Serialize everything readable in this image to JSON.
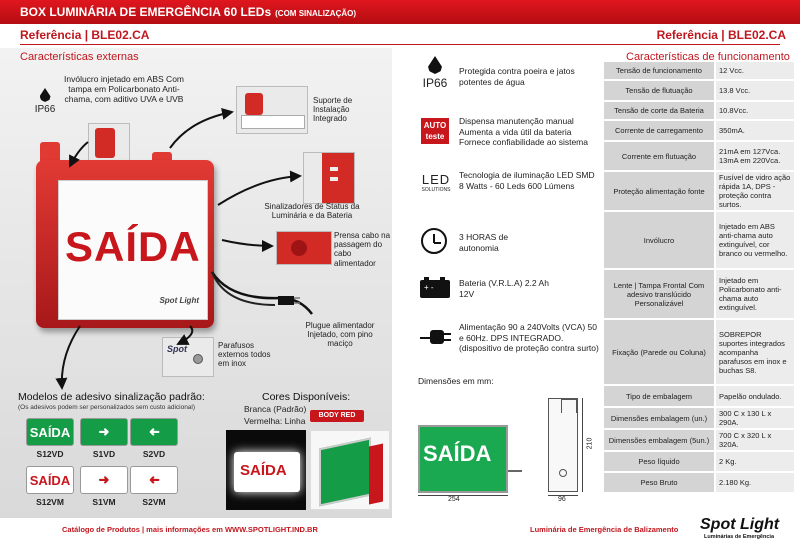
{
  "header": {
    "title": "BOX LUMINÁRIA DE EMERGÊNCIA 60 LEDs",
    "title_suffix": "(COM SINALIZAÇÃO)",
    "reference_left": "Referência  | BLE02.CA",
    "reference_right": "Referência  | BLE02.CA"
  },
  "external": {
    "title": "Características externas",
    "ip_label": "IP66",
    "housing_note": "Invólucro injetado em ABS Com tampa em Policarbonato Anti-chama, com aditivo UVA e UVB",
    "support_note": "Suporte de Instalação Integrado",
    "signalers_note": "Sinalizadores de Status da Luminária e da Bateria",
    "cable_gland_note": "Prensa cabo na passagem do cabo alimentador",
    "plug_note": "Plugue alimentador Injetado, com pino maciço",
    "screws_note": "Parafusos externos todos em inox",
    "product_word": "SAÍDA",
    "product_logo": "Spot Light"
  },
  "signs": {
    "title": "Modelos de adesivo sinalização padrão:",
    "subtitle": "(Os adesivos podem ser personalizados sem custo adicional)",
    "items": [
      {
        "text": "SAÍDA",
        "code": "S12VD",
        "style": "green",
        "kind": "word"
      },
      {
        "text": "➜",
        "code": "S1VD",
        "style": "green",
        "kind": "arrow-right"
      },
      {
        "text": "➜",
        "code": "S2VD",
        "style": "green",
        "kind": "arrow-left"
      },
      {
        "text": "SAÍDA",
        "code": "S12VM",
        "style": "white",
        "kind": "word"
      },
      {
        "text": "➜",
        "code": "S1VM",
        "style": "white",
        "kind": "arrow-right"
      },
      {
        "text": "➜",
        "code": "S2VM",
        "style": "white",
        "kind": "arrow-left"
      }
    ]
  },
  "colors": {
    "title": "Cores Disponíveis:",
    "line1": "Branca (Padrão)",
    "line2": "Vermelha: Linha",
    "badge": "BODY RED",
    "photo_word": "SAÍDA"
  },
  "features": {
    "ip_label": "IP66",
    "protection": "Protegida contra poeira e jatos potentes de água",
    "auto_top": "AUTO",
    "auto_bottom": "teste",
    "auto_text": "Dispensa manutenção manual Aumenta a vida útil da bateria Fornece confiabilidade ao sistema",
    "led_logo": "LED",
    "led_sub": "SOLUTIONS",
    "led_text": "Tecnologia de iluminação LED SMD 8 Watts - 60 Leds 600 Lúmens",
    "autonomy": "3 HORAS de autonomia",
    "battery": "Bateria (V.R.L.A) 2.2 Ah 12V",
    "power": "Alimentação 90 a 240Volts (VCA) 50 e 60Hz. DPS INTEGRADO. (dispositivo de proteção contra surto)",
    "dimensions_title": "Dimensões em mm:",
    "dim_width": "254",
    "dim_height": "210",
    "dim_depth": "96",
    "front_word": "SAÍDA"
  },
  "spec": {
    "title": "Características de funcionamento",
    "rows": [
      {
        "k": "Tensão de funcionamento",
        "v": "12 Vcc."
      },
      {
        "k": "Tensão de flutuação",
        "v": "13.8 Vcc."
      },
      {
        "k": "Tensão de corte da Bateria",
        "v": "10.8Vcc."
      },
      {
        "k": "Corrente de carregamento",
        "v": "350mA."
      },
      {
        "k": "Corrente em flutuação",
        "v": "21mA em 127Vca. 13mA em 220Vca."
      },
      {
        "k": "Proteção alimentação fonte",
        "v": "Fusível de vidro ação rápida 1A, DPS - proteção contra surtos."
      },
      {
        "k": "Invólucro",
        "v": "Injetado em ABS anti-chama auto extinguível, cor branco ou vermelho."
      },
      {
        "k": "Lente | Tampa Frontal Com adesivo translúcido Personalizável",
        "v": "Injetado em Policarbonato anti-chama auto extinguível."
      },
      {
        "k": "Fixação (Parede ou Coluna)",
        "v": "SOBREPOR suportes integrados acompanha parafusos em inox e buchas S8."
      },
      {
        "k": "Tipo de embalagem",
        "v": "Papelão ondulado."
      },
      {
        "k": "Dimensões embalagem (un.)",
        "v": "300 C x 130 L x 290A."
      },
      {
        "k": "Dimensões embalagem (5un.)",
        "v": "700 C x 320 L x 320A."
      },
      {
        "k": "Peso líquido",
        "v": "2 Kg."
      },
      {
        "k": "Peso Bruto",
        "v": "2.180 Kg."
      }
    ]
  },
  "footer": {
    "left": "Catálogo de Produtos | mais informações em WWW.SPOTLIGHT.IND.BR",
    "right": "Luminária de Emergência de Balizamento",
    "brand": "Spot Light",
    "brand_sub": "Luminárias de Emergência"
  },
  "palette": {
    "red": "#c0171e",
    "green": "#149c47",
    "table_key": "#d4d4d4",
    "table_val": "#ececec"
  }
}
